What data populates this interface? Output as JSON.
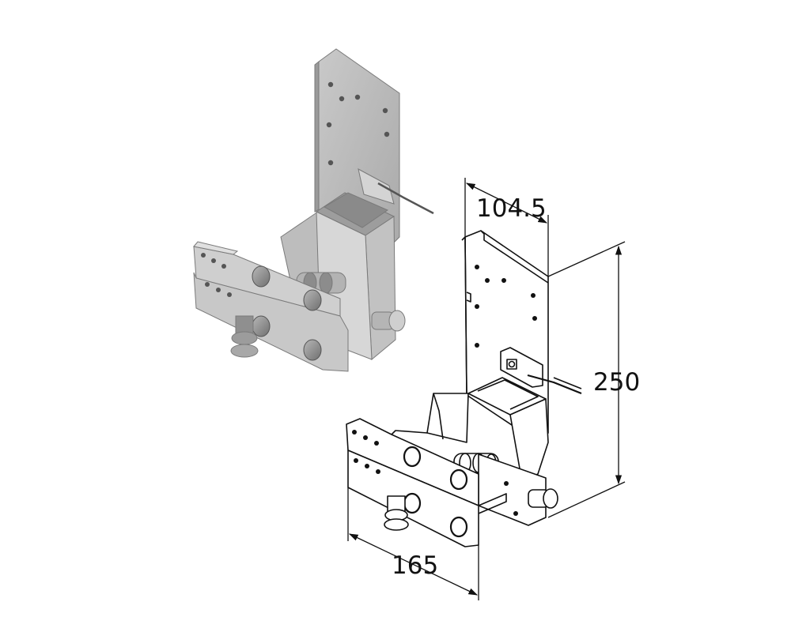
{
  "drawing": {
    "dimensions": {
      "width": "104.5",
      "height": "250",
      "depth": "165"
    }
  }
}
